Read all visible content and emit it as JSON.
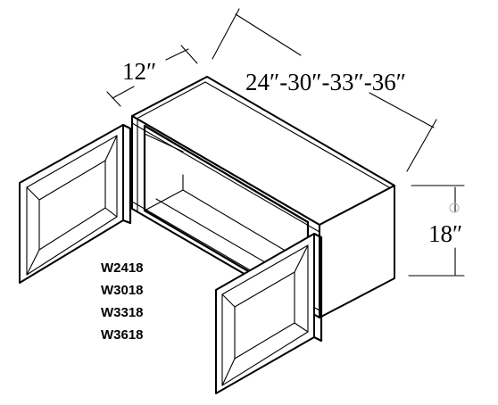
{
  "dimensions": {
    "depth": "12″",
    "widths": "24″-30″-33″-36″",
    "height": "18″"
  },
  "models": [
    "W2418",
    "W3018",
    "W3318",
    "W3618"
  ],
  "colors": {
    "line": "#000000",
    "background": "#ffffff",
    "pin_marker": "#b0b0b0"
  }
}
